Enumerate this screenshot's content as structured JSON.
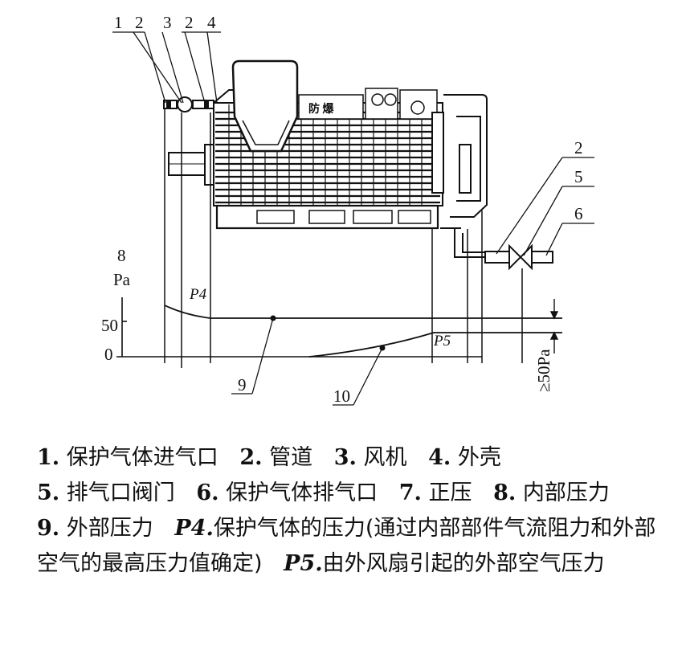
{
  "diagram": {
    "callouts": [
      "1",
      "2",
      "3",
      "2",
      "4",
      "2",
      "5",
      "6"
    ],
    "pressure_number": "8",
    "pressure_unit": "Pa",
    "y_tick_50": "50",
    "y_tick_0": "0",
    "curve_p4": "P4",
    "curve_p5": "P5",
    "label_9": "9",
    "label_10": "10",
    "dimension": "≥50Pa"
  },
  "caption": [
    {
      "num": "1.",
      "text": "保护气体进气口"
    },
    {
      "num": "2.",
      "text": "管道"
    },
    {
      "num": "3.",
      "text": "风机"
    },
    {
      "num": "4.",
      "text": "外壳"
    },
    {
      "num": "5.",
      "text": "排气口阀门"
    },
    {
      "num": "6.",
      "text": "保护气体排气口"
    },
    {
      "num": "7.",
      "text": "正压"
    },
    {
      "num": "8.",
      "text": "内部压力"
    },
    {
      "num": "9.",
      "text": "外部压力"
    },
    {
      "num": "P4.",
      "text": "保护气体的压力(通过内部部件气流阻力和外部空气的最高压力值确定)"
    },
    {
      "num": "P5.",
      "text": "由外风扇引起的外部空气压力"
    }
  ]
}
